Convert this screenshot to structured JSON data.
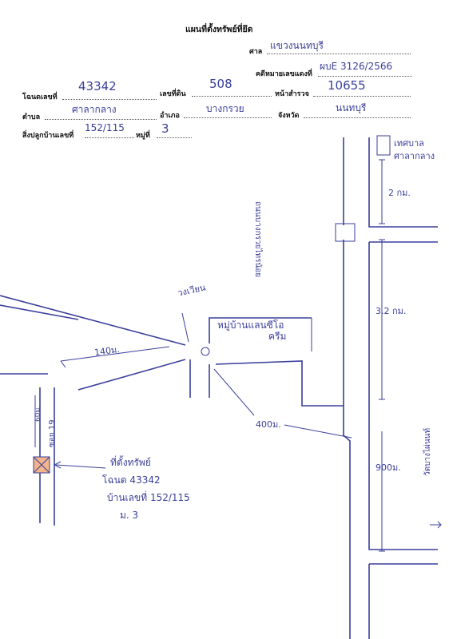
{
  "header": {
    "title": "แผนที่ตั้งทรัพย์ที่ยึด",
    "court_label": "ศาล",
    "court_value": "แขวงนนทบุรี",
    "case_label": "คดีหมายเลขแดงที่",
    "case_value": "ผบE 3126/2566"
  },
  "fields": {
    "deed_label": "โฉนดเลขที่",
    "deed_value": "43342",
    "land_no_label": "เลขที่ดิน",
    "land_no_value": "508",
    "survey_label": "หน้าสำรวจ",
    "survey_value": "10655",
    "subdistrict_label": "ตำบล",
    "subdistrict_value": "ศาลากลาง",
    "district_label": "อำเภอ",
    "district_value": "บางกรวย",
    "province_label": "จังหวัด",
    "province_value": "นนทบุรี",
    "house_label": "สิ่งปลูกบ้านเลขที่",
    "house_value": "152/115",
    "moo_label": "หมู่ที่",
    "moo_value": "3"
  },
  "map": {
    "municipality_line1": "เทศบาล",
    "municipality_line2": "ศาลากลาง",
    "main_road": "ถนนบางกรวยไทรน้อย",
    "dist_2km": "2 กม.",
    "dist_32km": "3.2 กม.",
    "dist_900m": "900ม.",
    "temple": "วัดบางไผ่นนท์",
    "roundabout": "วงเวียน",
    "village_line1": "หมู่บ้านแลนซีโอ",
    "village_line2": "ครีม",
    "dist_140m": "140ม.",
    "dist_400m": "400ม.",
    "dist_60m": "60ม.",
    "soi": "ซอย 19",
    "property_line1": "ที่ตั้งทรัพย์",
    "property_line2": "โฉนด 43342",
    "property_line3": "บ้านเลขที่ 152/115",
    "property_line4": "ม. 3",
    "colors": {
      "ink": "#3a3f9a",
      "property_fill": "#f2b48a"
    }
  }
}
